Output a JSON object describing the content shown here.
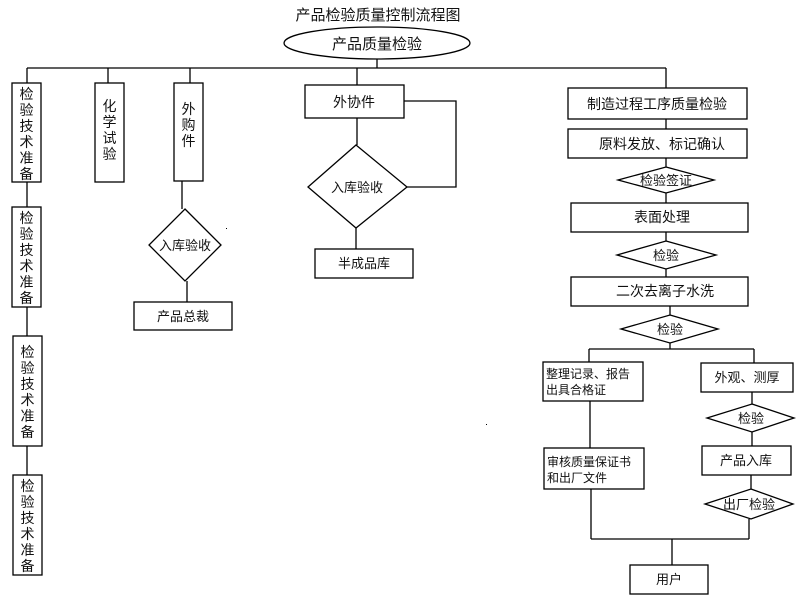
{
  "title": "产品检验质量控制流程图",
  "root": "产品质量检验",
  "column1": {
    "boxes": [
      "检验技术准备",
      "检验技术准备",
      "检验技术准备",
      "检验技术准备"
    ]
  },
  "column2": {
    "box": "化学试验"
  },
  "column3": {
    "box": "外购件",
    "decision": "入库验收",
    "result": "产品总裁"
  },
  "column4": {
    "box": "外协件",
    "decision": "入库验收",
    "result": "半成品库"
  },
  "column5": {
    "steps": [
      {
        "type": "process",
        "label": "制造过程工序质量检验"
      },
      {
        "type": "process",
        "label": "原料发放、标记确认"
      },
      {
        "type": "decision",
        "label": "检验签证"
      },
      {
        "type": "process",
        "label": "表面处理"
      },
      {
        "type": "decision",
        "label": "检验"
      },
      {
        "type": "process",
        "label": "二次去离子水洗"
      },
      {
        "type": "decision",
        "label": "检验"
      }
    ],
    "left_branch": {
      "box1_lines": [
        "整理记录、报告",
        "出具合格证"
      ],
      "box2_lines": [
        "审核质量保证书",
        "和出厂文件"
      ]
    },
    "right_branch": {
      "box1": "外观、测厚",
      "decision1": "检验",
      "box2": "产品入库",
      "decision2": "出厂检验"
    },
    "end": "用户"
  }
}
